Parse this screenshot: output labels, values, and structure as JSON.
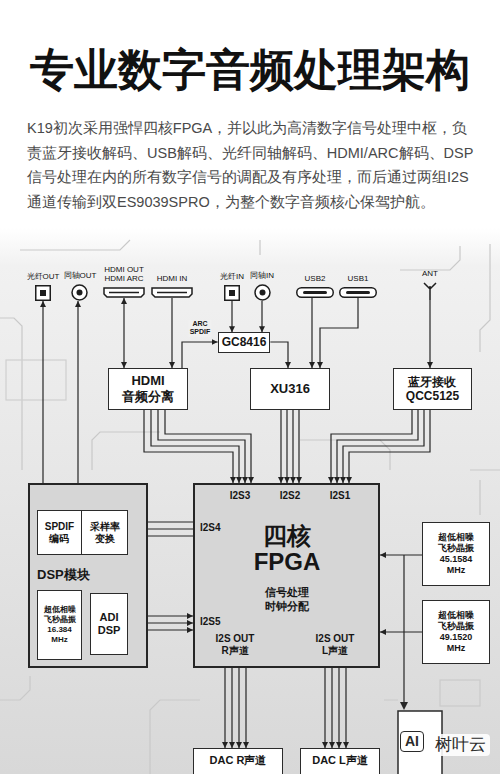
{
  "diagram": {
    "title": "专业数字音频处理架构",
    "caption": "K19初次采用强悍四核FPGA，并以此为高清数字信号处理中枢，负责蓝牙接收解码、USB解码、光纤同轴解码、HDMI/ARC解码、DSP信号处理在内的所有数字信号的调配及有序处理，而后通过两组I2S通道传输到双ES9039SPRO，为整个数字音频核心保驾护航。",
    "nodes": [
      {
        "text": [
          "光纤OUT"
        ]
      },
      {
        "text": [
          "同轴OUT"
        ]
      },
      {
        "text": [
          "HDMI OUT HDMI ARC"
        ]
      },
      {
        "text": [
          "HDMI IN"
        ]
      },
      {
        "text": [
          "光纤IN"
        ]
      },
      {
        "text": [
          "同轴IN"
        ]
      },
      {
        "text": [
          "USB2"
        ]
      },
      {
        "text": [
          "USB1"
        ]
      },
      {
        "text": [
          "ANT"
        ]
      },
      {
        "text": [
          "GC8416"
        ]
      },
      {
        "text": [
          "HDMI 音频分离"
        ]
      },
      {
        "text": [
          "XU316"
        ]
      },
      {
        "text": [
          "蓝牙接收 QCC5125"
        ]
      },
      {
        "text": [
          "DSP模块"
        ]
      },
      {
        "text": [
          "SPDIF 编码"
        ],
        "in": 13
      },
      {
        "text": [
          "采样率 变换"
        ],
        "in": 13
      },
      {
        "text": [
          "超低相噪 飞秒晶振 16.384 MHz"
        ],
        "in": 13
      },
      {
        "text": [
          "ADI DSP"
        ],
        "in": 13
      },
      {
        "text": [
          "四核 FPGA",
          "信号处理 时钟分配",
          "I2S3",
          "I2S2",
          "I2S1",
          "I2S4",
          "I2S5",
          "I2S OUT R声道",
          "I2S OUT L声道"
        ]
      },
      {
        "text": [
          "超低相噪 飞秒晶振 45.1584 MHz"
        ]
      },
      {
        "text": [
          "超低相噪 飞秒晶振 49.1520 MHz"
        ]
      },
      {
        "text": [
          "DAC R声道"
        ]
      },
      {
        "text": [
          "DAC L声道"
        ]
      }
    ],
    "edges": [
      {
        "from": 14,
        "to": 0,
        "arrow": "to"
      },
      {
        "from": 14,
        "to": 1,
        "arrow": "to"
      },
      {
        "from": 2,
        "to": 10,
        "arrow": "both"
      },
      {
        "from": 3,
        "to": 10,
        "arrow": "to"
      },
      {
        "from": 10,
        "to": 9,
        "label": "ARC SPDIF",
        "arrow": "to"
      },
      {
        "from": 4,
        "to": 9,
        "arrow": "to"
      },
      {
        "from": 5,
        "to": 9,
        "arrow": "to"
      },
      {
        "from": 9,
        "to": 11,
        "arrow": "to"
      },
      {
        "from": 6,
        "to": 11,
        "arrow": "to"
      },
      {
        "from": 7,
        "to": 11,
        "arrow": "to"
      },
      {
        "from": 8,
        "to": 12,
        "arrow": "to"
      },
      {
        "from": 10,
        "to": 18,
        "arrow": "to"
      },
      {
        "from": 11,
        "to": 18,
        "arrow": "to"
      },
      {
        "from": 12,
        "to": 18,
        "arrow": "to"
      },
      {
        "from": 18,
        "to": 15,
        "arrow": "to"
      },
      {
        "from": 15,
        "to": 17,
        "arrow": "to"
      },
      {
        "from": 16,
        "to": 17,
        "arrow": "to"
      },
      {
        "from": 17,
        "to": 18,
        "arrow": "to"
      },
      {
        "from": 19,
        "to": 18,
        "arrow": "to"
      },
      {
        "from": 20,
        "to": 18,
        "arrow": "to"
      },
      {
        "from": 18,
        "to": 21,
        "arrow": "to"
      },
      {
        "from": 18,
        "to": 22,
        "arrow": "to"
      }
    ],
    "labels": [
      "AI",
      "树叶云"
    ]
  }
}
